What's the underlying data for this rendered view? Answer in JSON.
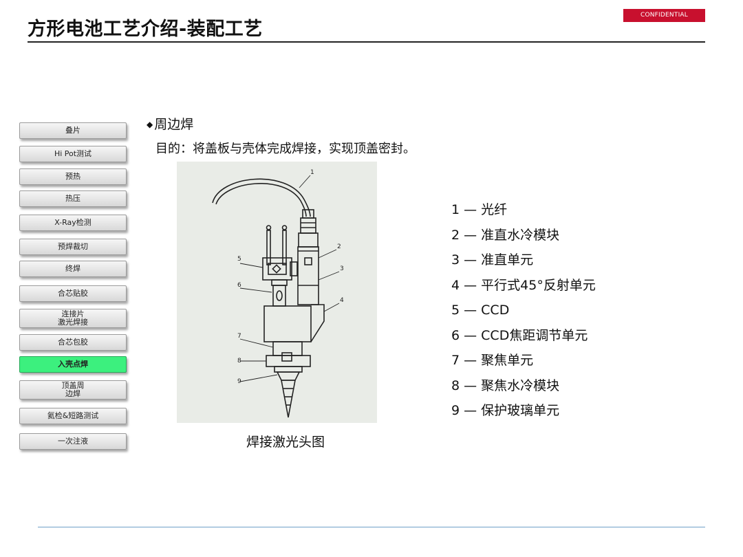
{
  "badge": "CONFIDENTIAL",
  "title": "方形电池工艺介绍-装配工艺",
  "sidebar": {
    "items": [
      {
        "label": "叠片"
      },
      {
        "label": "Hi Pot测试"
      },
      {
        "label": "预热"
      },
      {
        "label": "热压"
      },
      {
        "label": "X-Ray检测"
      },
      {
        "label": "预焊裁切"
      },
      {
        "label": "终焊"
      },
      {
        "label": "合芯贴胶"
      },
      {
        "label": "连接片\n激光焊接"
      },
      {
        "label": "合芯包胶"
      },
      {
        "label": "入壳点焊",
        "active": true
      },
      {
        "label": "顶盖周\n边焊"
      },
      {
        "label": "氦检&短路测试"
      },
      {
        "label": "一次注液"
      }
    ]
  },
  "section": {
    "bullet": "◆",
    "heading": "周边焊",
    "purpose": "目的：将盖板与壳体完成焊接，实现顶盖密封。"
  },
  "figure": {
    "caption": "焊接激光头图",
    "callouts": [
      "1",
      "2",
      "3",
      "4",
      "5",
      "6",
      "7",
      "8",
      "9"
    ]
  },
  "legend": [
    "1 — 光纤",
    "2 — 准直水冷模块",
    "3 — 准直单元",
    "4 — 平行式45°反射单元",
    "5 — CCD",
    "6 — CCD焦距调节单元",
    "7 — 聚焦单元",
    "8 — 聚焦水冷模块",
    "9 — 保护玻璃单元"
  ],
  "colors": {
    "badge": "#c8102e",
    "active_step": "#3cf07e",
    "bottom_rule": "#6fa0c8"
  }
}
